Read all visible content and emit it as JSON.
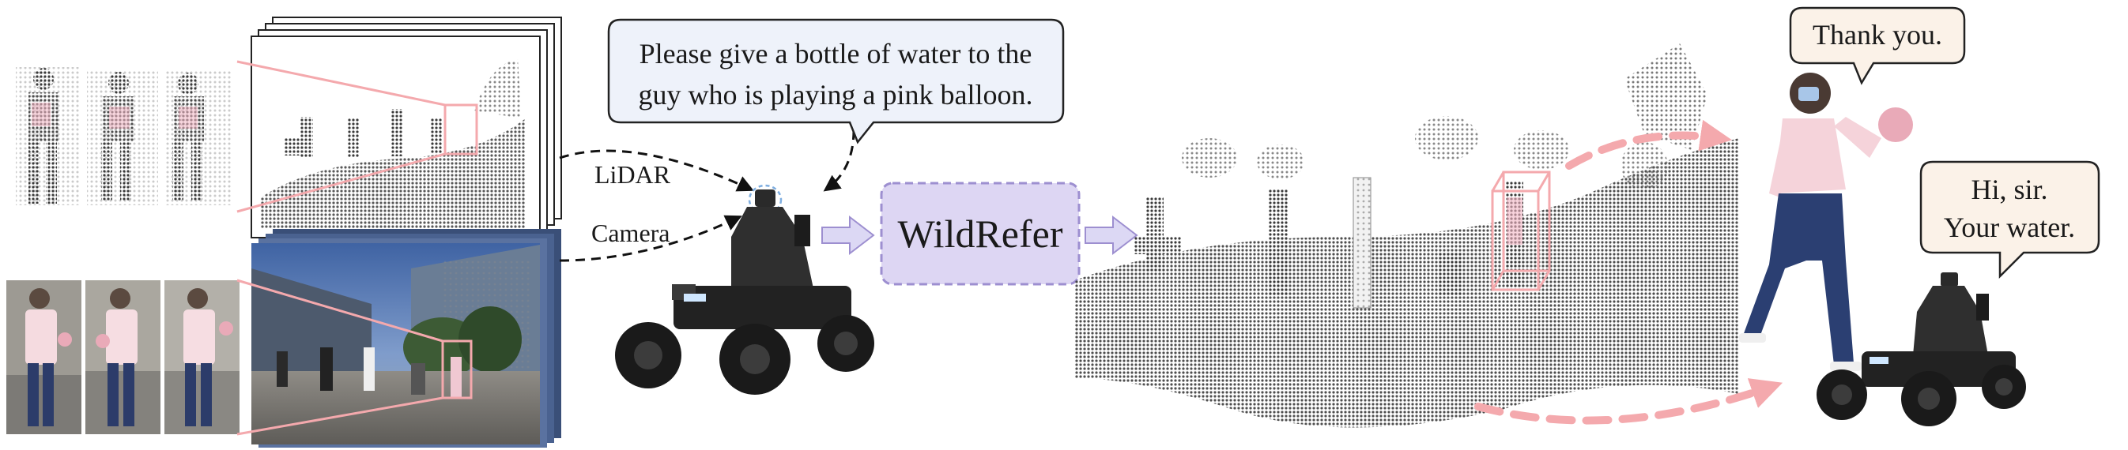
{
  "instruction": {
    "line1": "Please give a bottle of water to the",
    "line2": "guy who is playing a pink balloon."
  },
  "sensors": {
    "lidar": "LiDAR",
    "camera": "Camera"
  },
  "model": {
    "name": "WildRefer"
  },
  "responses": {
    "human": "Thank you.",
    "robot_line1": "Hi, sir.",
    "robot_line2": "Your water."
  },
  "colors": {
    "highlight_pink": "#f4a9ad",
    "model_fill": "#ddd6f3",
    "model_border": "#9d8fd0",
    "arrow_fill": "#dcd8f4",
    "bubble_fill": "#fbf2e8",
    "camera_sky": "#5d80b4"
  }
}
